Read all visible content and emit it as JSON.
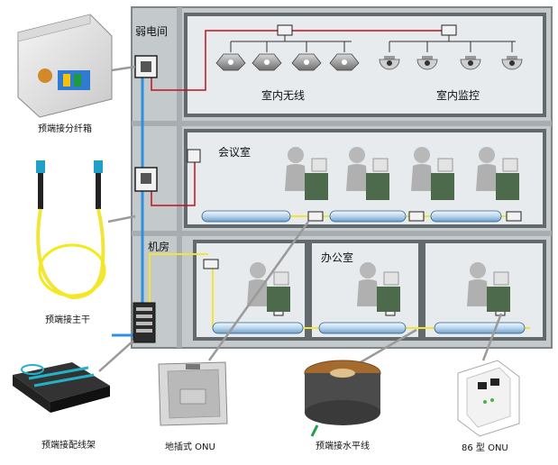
{
  "zones": {
    "weak_room": "弱电间",
    "meeting_room": "会议室",
    "machine_room": "机房",
    "office": "办公室"
  },
  "systems": {
    "indoor_wireless": "室内无线",
    "indoor_monitoring": "室内监控"
  },
  "components": {
    "splice_box": "预端接分纤箱",
    "trunk_cable": "预端接主干",
    "patch_frame": "预端接配线架",
    "floor_onu": "地插式 ONU",
    "horizontal_cable": "预端接水平线",
    "wall_onu": "86 型 ONU"
  },
  "colors": {
    "frame_fill": "#c4c9cc",
    "frame_border": "#7f8588",
    "room_fill": "#e7ebee",
    "fiber_blue": "#2d8fe0",
    "fiber_red": "#c0121c",
    "fiber_yellow": "#f2e53a",
    "patch_yellow": "#f5e91c"
  }
}
